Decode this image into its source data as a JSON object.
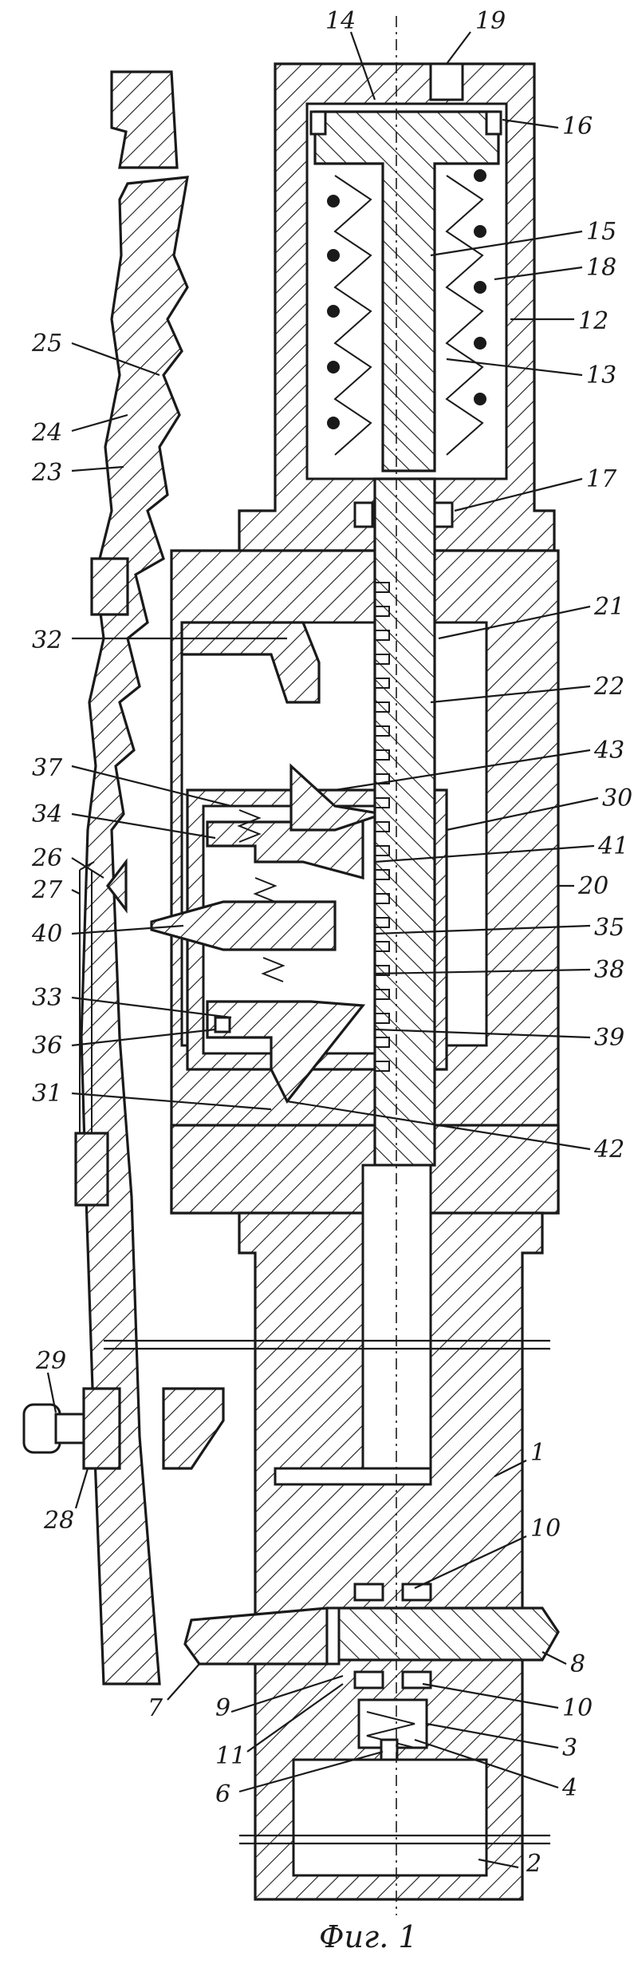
{
  "figure": {
    "caption": "Фиг. 1"
  },
  "labels": [
    {
      "id": "1",
      "text": "1"
    },
    {
      "id": "2",
      "text": "2"
    },
    {
      "id": "3",
      "text": "3"
    },
    {
      "id": "4",
      "text": "4"
    },
    {
      "id": "6",
      "text": "6"
    },
    {
      "id": "7",
      "text": "7"
    },
    {
      "id": "8",
      "text": "8"
    },
    {
      "id": "9",
      "text": "9"
    },
    {
      "id": "10a",
      "text": "10"
    },
    {
      "id": "10b",
      "text": "10"
    },
    {
      "id": "11",
      "text": "11"
    },
    {
      "id": "12",
      "text": "12"
    },
    {
      "id": "13",
      "text": "13"
    },
    {
      "id": "14",
      "text": "14"
    },
    {
      "id": "15",
      "text": "15"
    },
    {
      "id": "16",
      "text": "16"
    },
    {
      "id": "17",
      "text": "17"
    },
    {
      "id": "18",
      "text": "18"
    },
    {
      "id": "19",
      "text": "19"
    },
    {
      "id": "20",
      "text": "20"
    },
    {
      "id": "21",
      "text": "21"
    },
    {
      "id": "22",
      "text": "22"
    },
    {
      "id": "23",
      "text": "23"
    },
    {
      "id": "24",
      "text": "24"
    },
    {
      "id": "25",
      "text": "25"
    },
    {
      "id": "26",
      "text": "26"
    },
    {
      "id": "27",
      "text": "27"
    },
    {
      "id": "28",
      "text": "28"
    },
    {
      "id": "29",
      "text": "29"
    },
    {
      "id": "30",
      "text": "30"
    },
    {
      "id": "31",
      "text": "31"
    },
    {
      "id": "32",
      "text": "32"
    },
    {
      "id": "33",
      "text": "33"
    },
    {
      "id": "34",
      "text": "34"
    },
    {
      "id": "35",
      "text": "35"
    },
    {
      "id": "36",
      "text": "36"
    },
    {
      "id": "37",
      "text": "37"
    },
    {
      "id": "38",
      "text": "38"
    },
    {
      "id": "39",
      "text": "39"
    },
    {
      "id": "40",
      "text": "40"
    },
    {
      "id": "41",
      "text": "41"
    },
    {
      "id": "42",
      "text": "42"
    },
    {
      "id": "43",
      "text": "43"
    }
  ]
}
